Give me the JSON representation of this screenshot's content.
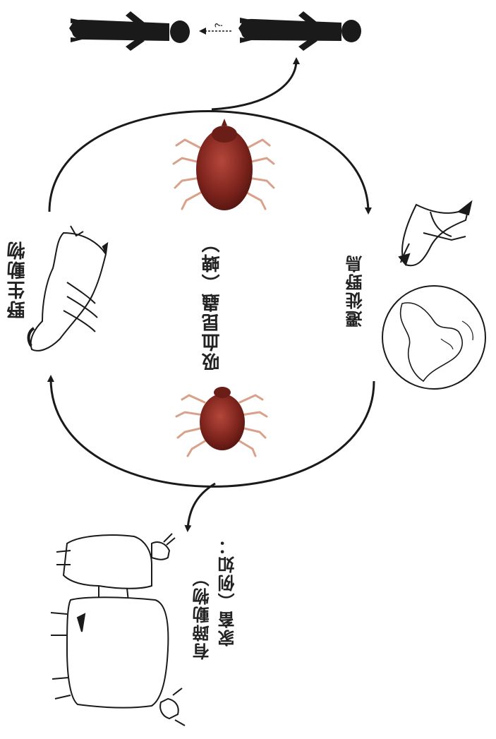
{
  "labels": {
    "wildlife": "野生動物",
    "vector": "吸血昆蟲（蜱）",
    "migratory_birds": "遷徙野鳥",
    "livestock_line1": "家畜（例如：",
    "livestock_line2": "有蹄動物）",
    "human_transmission_mark": "?"
  },
  "icons": [
    "human-silhouette-icon",
    "tick-icon",
    "bird-icon",
    "globe-icon",
    "deer-icon",
    "goat-icon",
    "cow-icon",
    "arrow-icon"
  ],
  "colors": {
    "background": "#ffffff",
    "arrow": "#1a1a1a",
    "tick_body": "#8a2a22",
    "tick_legs": "#d9a08a",
    "silhouette": "#1a1a1a"
  }
}
